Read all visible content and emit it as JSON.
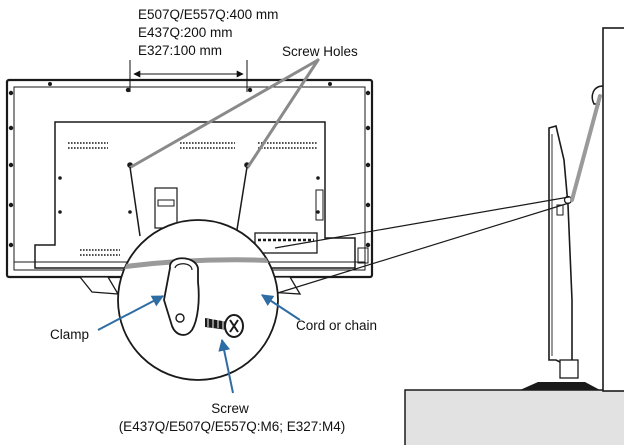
{
  "spec": {
    "line1": "E507Q/E557Q:400 mm",
    "line2": "E437Q:200 mm",
    "line3": "E327:100 mm"
  },
  "labels": {
    "screw_holes": "Screw Holes",
    "clamp": "Clamp",
    "cord": "Cord or chain",
    "screw": "Screw",
    "screw_spec": "(E437Q/E507Q/E557Q:M6; E327:M4)"
  },
  "colors": {
    "line": "#1a1a1a",
    "cord": "#9a9a9a",
    "callout_arrow": "#2e6da4",
    "cabinet": "#e2e2e2"
  }
}
